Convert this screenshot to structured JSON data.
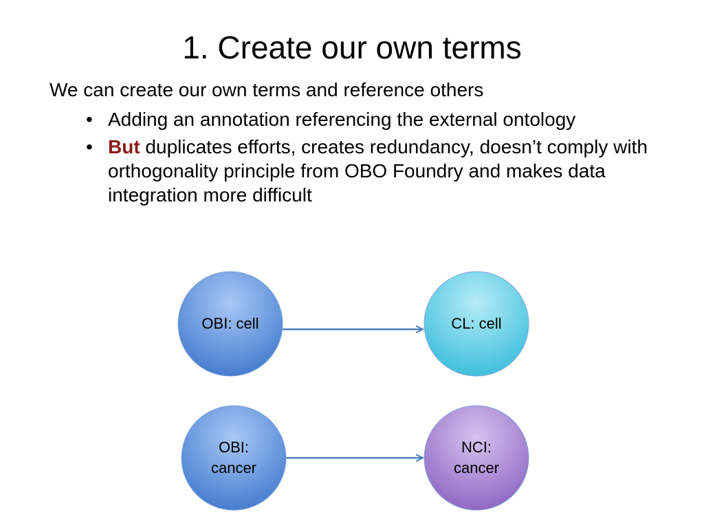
{
  "slide": {
    "title": "1. Create our own terms",
    "lead": "We can create our own terms and reference others",
    "bullets": [
      {
        "marker": "•",
        "emphasis": "",
        "text": "Adding an annotation referencing the external ontology"
      },
      {
        "marker": "•",
        "emphasis": "But",
        "text": " duplicates efforts, creates redundancy, doesn’t comply with orthogonality principle from OBO Foundry and makes data integration more difficult"
      }
    ]
  },
  "diagram": {
    "nodes": [
      {
        "id": "obi-cell",
        "lines": [
          "OBI: cell"
        ],
        "color": "#4f86d6"
      },
      {
        "id": "cl-cell",
        "lines": [
          "CL: cell"
        ],
        "color": "#4fc6e0"
      },
      {
        "id": "obi-cancer",
        "lines": [
          "OBI:",
          "cancer"
        ],
        "color": "#4f86d6"
      },
      {
        "id": "nci-cancer",
        "lines": [
          "NCI:",
          "cancer"
        ],
        "color": "#9a72c8"
      }
    ],
    "edges": [
      {
        "from": "obi-cell",
        "to": "cl-cell"
      },
      {
        "from": "obi-cancer",
        "to": "nci-cancer"
      }
    ],
    "arrow_color": "#4a7ebb"
  }
}
